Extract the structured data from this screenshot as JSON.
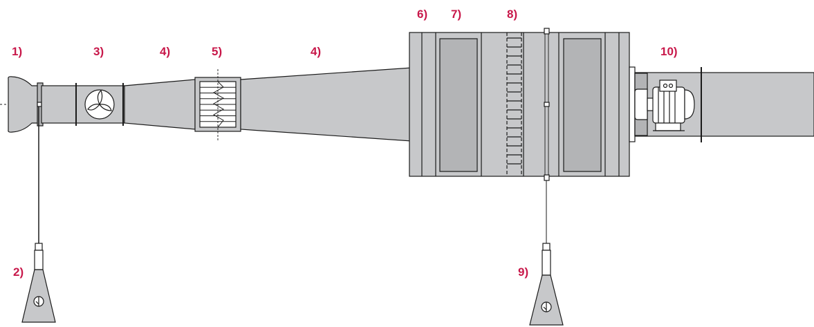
{
  "colors": {
    "label": "#c8184a",
    "duct_fill": "#c7c8ca",
    "duct_dark": "#b3b4b6",
    "stroke": "#1a1a1a",
    "background": "#ffffff"
  },
  "labels": {
    "l1": "1)",
    "l2": "2)",
    "l3": "3)",
    "l4a": "4)",
    "l5": "5)",
    "l4b": "4)",
    "l6": "6)",
    "l7": "7)",
    "l8": "8)",
    "l9": "9)",
    "l10": "10)"
  },
  "icons": {
    "inlet": "bellmouth-inlet-icon",
    "fan": "fan-icon",
    "straightener": "flow-straightener-icon",
    "meter": "pressure-meter-icon",
    "motor": "motor-icon"
  }
}
